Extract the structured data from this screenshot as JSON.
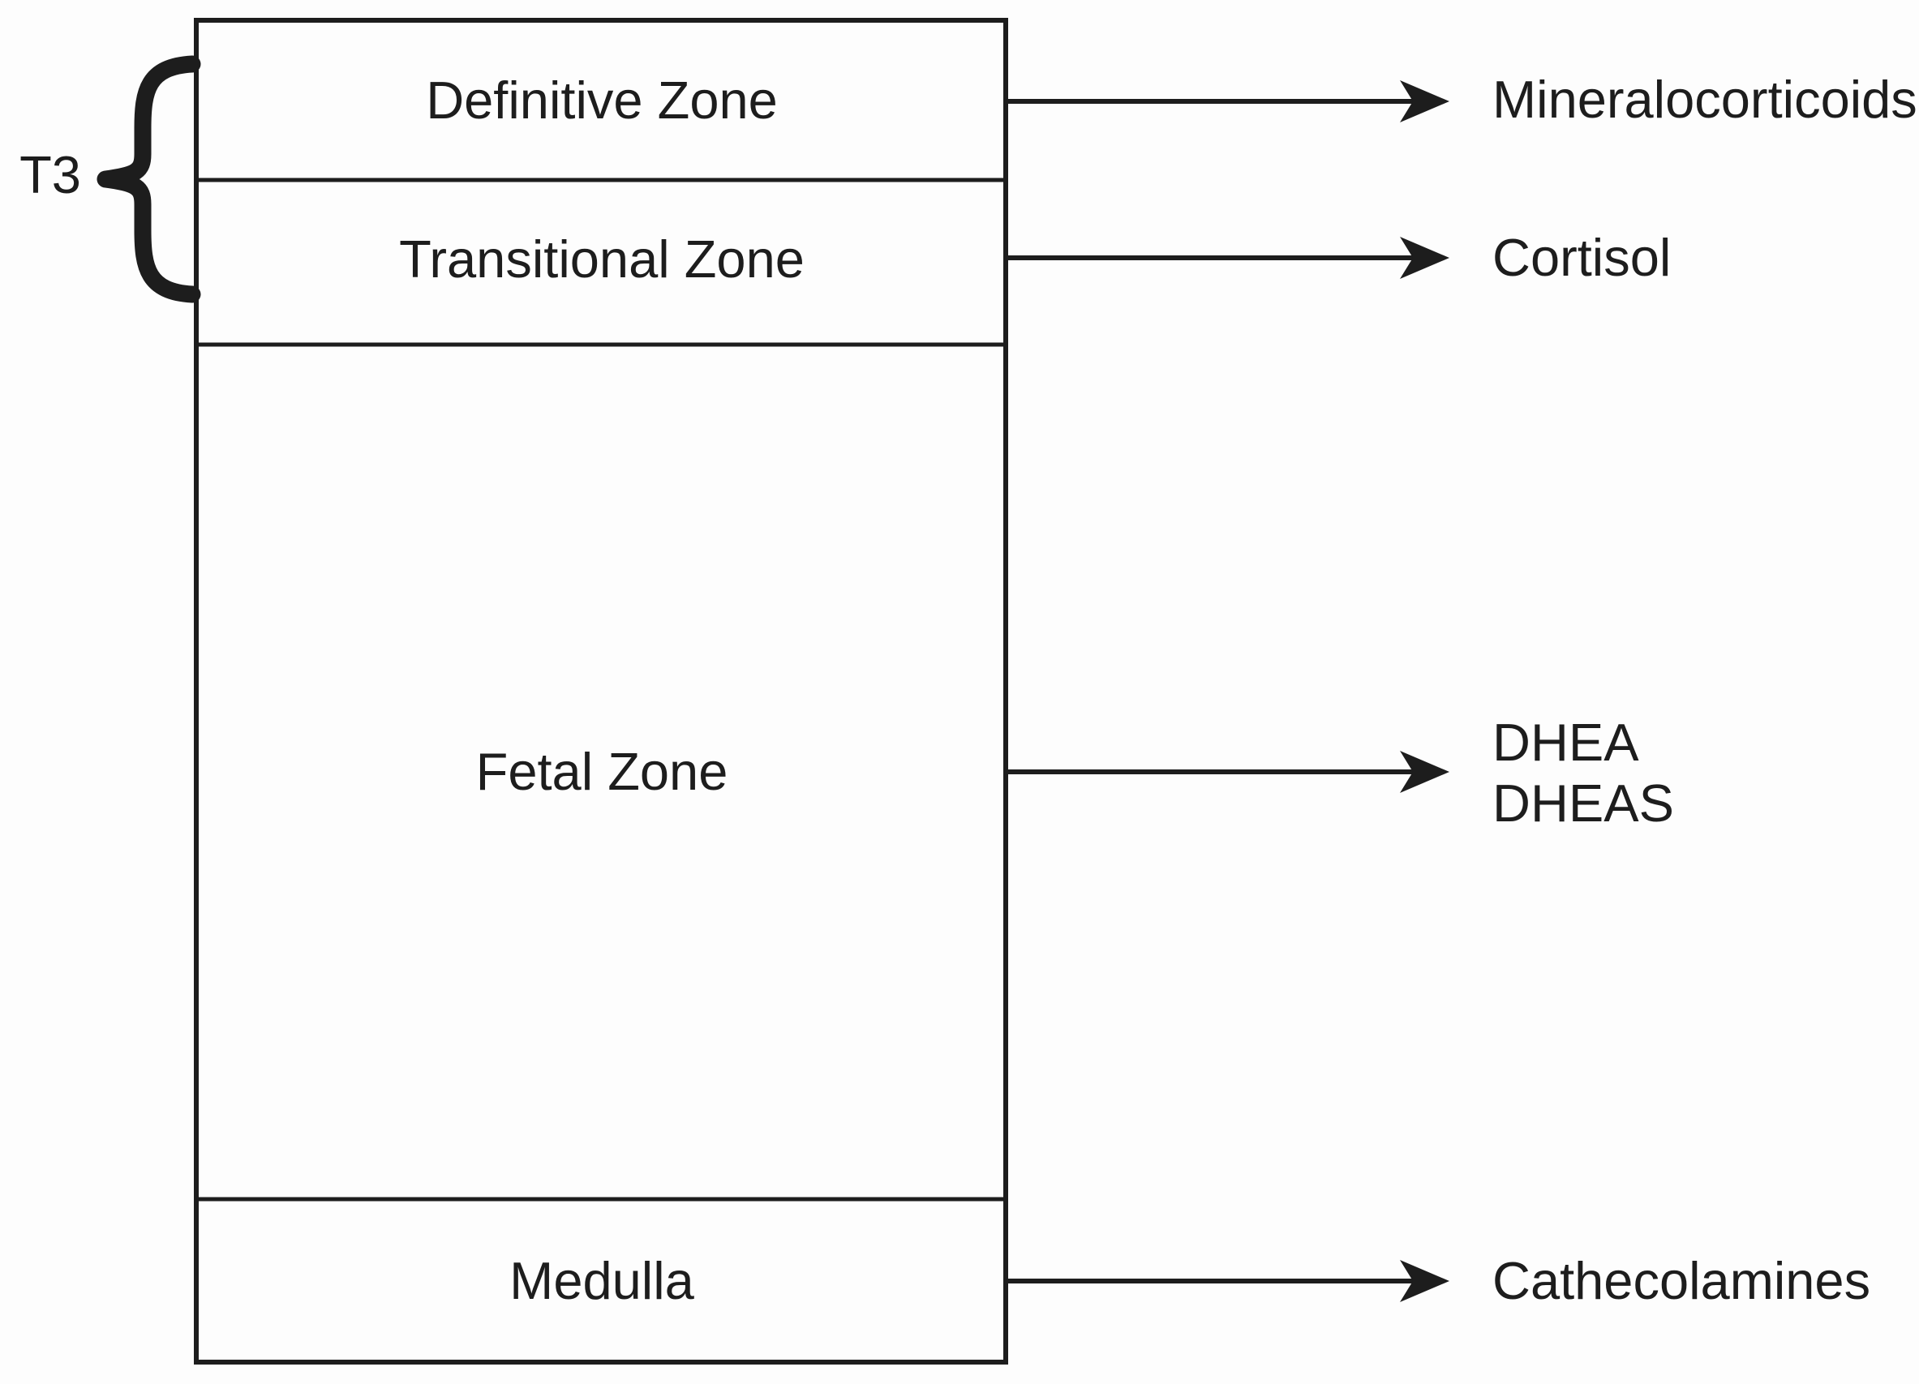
{
  "diagram": {
    "bracket": {
      "label": "T3"
    },
    "zones": [
      {
        "name": "Definitive Zone",
        "products": [
          "Mineralocorticoids"
        ]
      },
      {
        "name": "Transitional Zone",
        "products": [
          "Cortisol"
        ]
      },
      {
        "name": "Fetal Zone",
        "products": [
          "DHEA",
          "DHEAS"
        ]
      },
      {
        "name": "Medulla",
        "products": [
          "Cathecolamines"
        ]
      }
    ],
    "colors": {
      "ink": "#1d1d1d",
      "background": "#fdfdfd"
    }
  }
}
